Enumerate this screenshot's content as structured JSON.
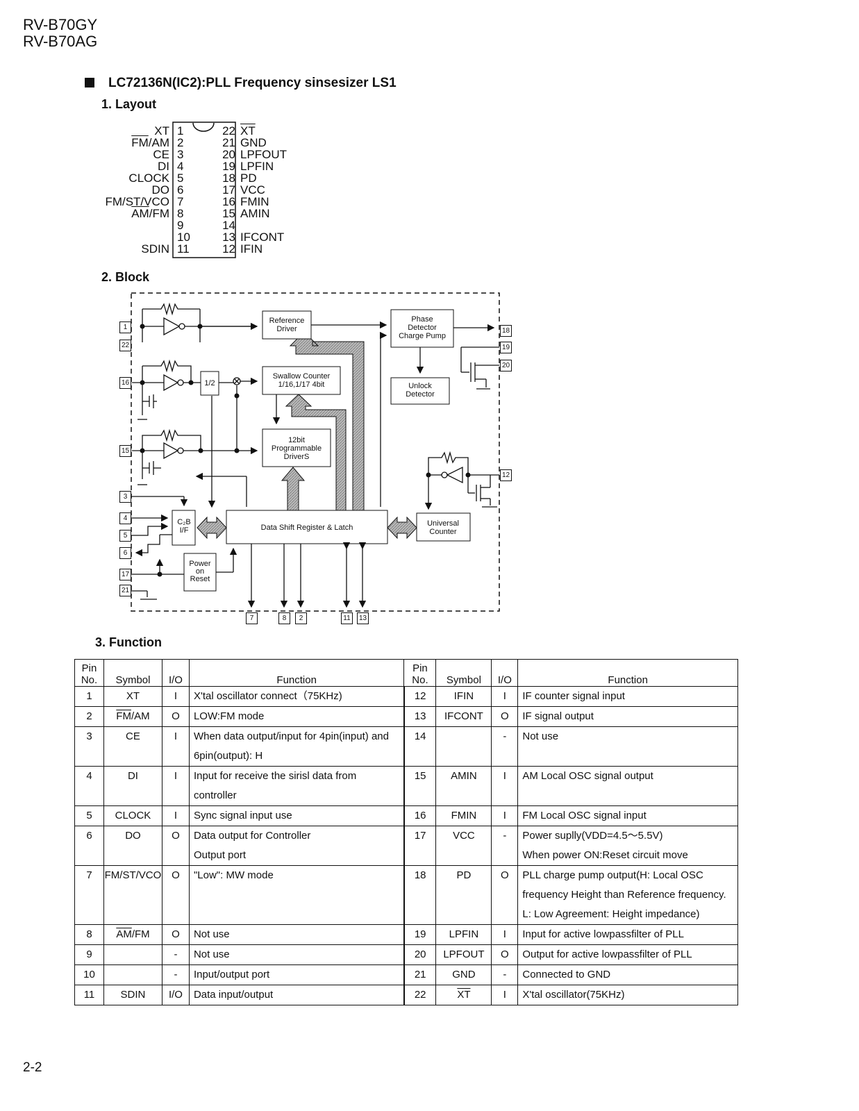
{
  "header": {
    "model1": "RV-B70GY",
    "model2": "RV-B70AG"
  },
  "title": "LC72136N(IC2):PLL Frequency sinsesizer LS1",
  "sections": {
    "layout": "1. Layout",
    "block": "2. Block",
    "function": "3. Function"
  },
  "layout_pins": {
    "left": [
      {
        "num": "1",
        "name": "XT"
      },
      {
        "num": "2",
        "name": "FM/AM"
      },
      {
        "num": "3",
        "name": "CE"
      },
      {
        "num": "4",
        "name": "DI"
      },
      {
        "num": "5",
        "name": "CLOCK"
      },
      {
        "num": "6",
        "name": "DO"
      },
      {
        "num": "7",
        "name": "FM/ST/VCO"
      },
      {
        "num": "8",
        "name": "AM/FM"
      },
      {
        "num": "9",
        "name": ""
      },
      {
        "num": "10",
        "name": ""
      },
      {
        "num": "11",
        "name": "SDIN"
      }
    ],
    "right": [
      {
        "num": "22",
        "name": "XT"
      },
      {
        "num": "21",
        "name": "GND"
      },
      {
        "num": "20",
        "name": "LPFOUT"
      },
      {
        "num": "19",
        "name": "LPFIN"
      },
      {
        "num": "18",
        "name": "PD"
      },
      {
        "num": "17",
        "name": "VCC"
      },
      {
        "num": "16",
        "name": "FMIN"
      },
      {
        "num": "15",
        "name": "AMIN"
      },
      {
        "num": "14",
        "name": ""
      },
      {
        "num": "13",
        "name": "IFCONT"
      },
      {
        "num": "12",
        "name": "IFIN"
      }
    ]
  },
  "block": {
    "reference_driver": [
      "Reference",
      "Driver"
    ],
    "phase_detector": [
      "Phase",
      "Detector",
      "Charge Pump"
    ],
    "swallow_counter": [
      "Swallow Counter",
      "1/16,1/17 4bit"
    ],
    "unlock_detector": [
      "Unlock",
      "Detector"
    ],
    "programmable_drivers": [
      "12bit",
      "Programmable",
      "DriverS"
    ],
    "divider": "1/2",
    "cb_if": [
      "C₂B",
      "I/F"
    ],
    "data_shift": "Data Shift Register & Latch",
    "universal_counter": [
      "Universal",
      "Counter"
    ],
    "power_on_reset": [
      "Power",
      "on",
      "Reset"
    ],
    "pins_left": [
      "1",
      "22",
      "16",
      "15",
      "3",
      "4",
      "5",
      "6",
      "17",
      "21"
    ],
    "pins_right": [
      "18",
      "19",
      "20",
      "12"
    ],
    "pins_bottom": [
      "7",
      "8",
      "2",
      "11",
      "13"
    ]
  },
  "table": {
    "headers": {
      "pin_no": "Pin No.",
      "symbol": "Symbol",
      "io": "I/O",
      "function": "Function"
    },
    "rows": [
      {
        "l": {
          "pin": "1",
          "sym": "XT",
          "io": "I",
          "fn": [
            "X'tal oscillator connect（75KHz)"
          ]
        },
        "r": {
          "pin": "12",
          "sym": "IFIN",
          "io": "I",
          "fn": [
            "IF counter signal input"
          ]
        }
      },
      {
        "l": {
          "pin": "2",
          "sym": "FM/AM",
          "io": "O",
          "fn": [
            "LOW:FM mode"
          ]
        },
        "r": {
          "pin": "13",
          "sym": "IFCONT",
          "io": "O",
          "fn": [
            "IF signal output"
          ]
        }
      },
      {
        "l": {
          "pin": "3",
          "sym": "CE",
          "io": "I",
          "fn": [
            "When data output/input for  4pin(input) and",
            "6pin(output): H"
          ]
        },
        "r": {
          "pin": "14",
          "sym": "",
          "io": "-",
          "fn": [
            "Not use"
          ]
        }
      },
      {
        "l": {
          "pin": "4",
          "sym": "DI",
          "io": "I",
          "fn": [
            "Input for receive the sirisl data from",
            "controller"
          ]
        },
        "r": {
          "pin": "15",
          "sym": "AMIN",
          "io": "I",
          "fn": [
            "AM Local OSC signal output"
          ]
        }
      },
      {
        "l": {
          "pin": "5",
          "sym": "CLOCK",
          "io": "I",
          "fn": [
            "Sync signal input use"
          ]
        },
        "r": {
          "pin": "16",
          "sym": "FMIN",
          "io": "I",
          "fn": [
            "FM Local OSC signal input"
          ]
        }
      },
      {
        "l": {
          "pin": "6",
          "sym": "DO",
          "io": "O",
          "fn": [
            "Data output for Controller",
            "Output port"
          ]
        },
        "r": {
          "pin": "17",
          "sym": "VCC",
          "io": "-",
          "fn": [
            "Power suplly(VDD=4.5～5.5V)",
            "When power ON:Reset circuit move"
          ]
        }
      },
      {
        "l": {
          "pin": "7",
          "sym": "FM/ST/VCO",
          "io": "O",
          "fn": [
            "\"Low\": MW mode",
            "",
            ""
          ]
        },
        "r": {
          "pin": "18",
          "sym": "PD",
          "io": "O",
          "fn": [
            "PLL charge pump output(H: Local OSC",
            "frequency Height than Reference frequency.",
            "L: Low   Agreement: Height impedance)"
          ]
        }
      },
      {
        "l": {
          "pin": "8",
          "sym": "AM/FM",
          "io": "O",
          "fn": [
            "Not use"
          ]
        },
        "r": {
          "pin": "19",
          "sym": "LPFIN",
          "io": "I",
          "fn": [
            "Input for active lowpassfilter of PLL"
          ]
        }
      },
      {
        "l": {
          "pin": "9",
          "sym": "",
          "io": "-",
          "fn": [
            "Not use"
          ]
        },
        "r": {
          "pin": "20",
          "sym": "LPFOUT",
          "io": "O",
          "fn": [
            "Output for active lowpassfilter of PLL"
          ]
        }
      },
      {
        "l": {
          "pin": "10",
          "sym": "",
          "io": "-",
          "fn": [
            "Input/output port"
          ]
        },
        "r": {
          "pin": "21",
          "sym": "GND",
          "io": "-",
          "fn": [
            "Connected to GND"
          ]
        }
      },
      {
        "l": {
          "pin": "11",
          "sym": "SDIN",
          "io": "I/O",
          "fn": [
            "Data input/output"
          ]
        },
        "r": {
          "pin": "22",
          "sym": "XT",
          "io": "I",
          "fn": [
            "X'tal oscillator(75KHz)"
          ]
        }
      }
    ]
  },
  "page_number": "2-2"
}
